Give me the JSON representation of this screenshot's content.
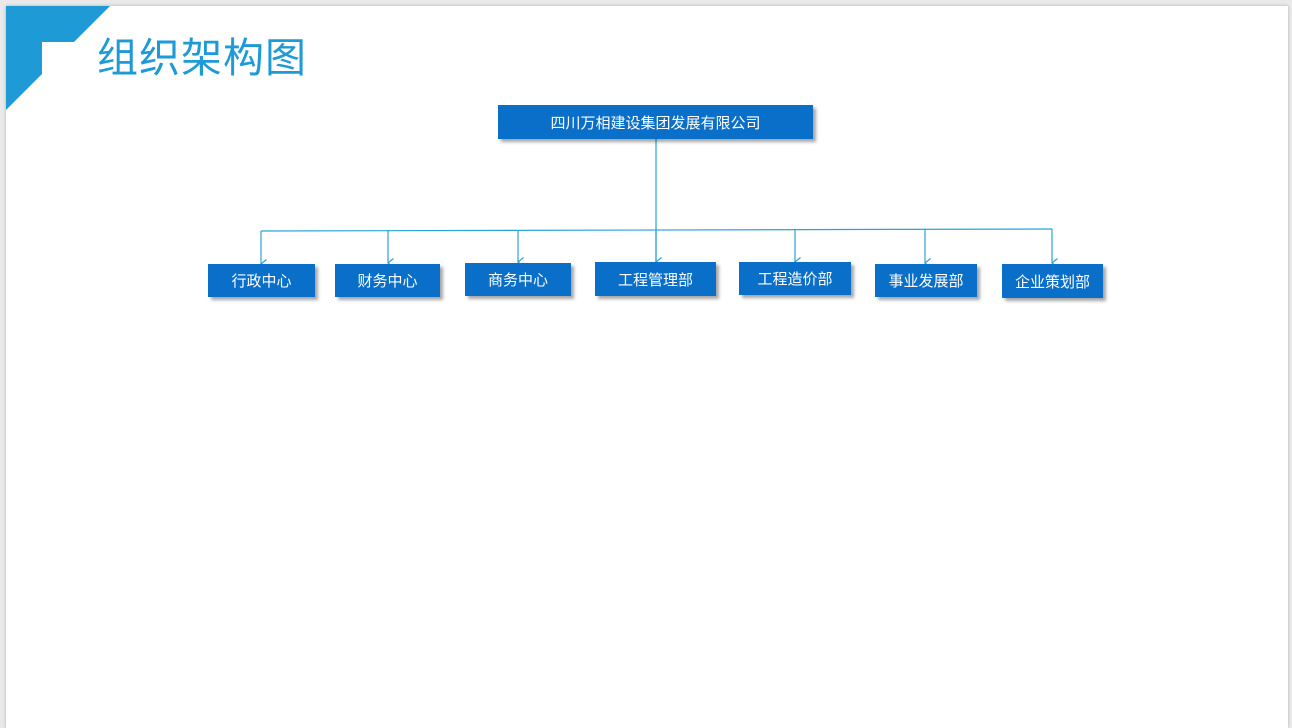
{
  "page": {
    "title": "组织架构图"
  },
  "colors": {
    "accent": "#1e9ad6",
    "box_fill": "#0a6fc8",
    "box_text": "#ffffff",
    "connector": "#2aa3dc"
  },
  "org_chart": {
    "root": "四川万相建设集团发展有限公司",
    "departments": [
      "行政中心",
      "财务中心",
      "商务中心",
      "工程管理部",
      "工程造价部",
      "事业发展部",
      "企业策划部"
    ]
  }
}
